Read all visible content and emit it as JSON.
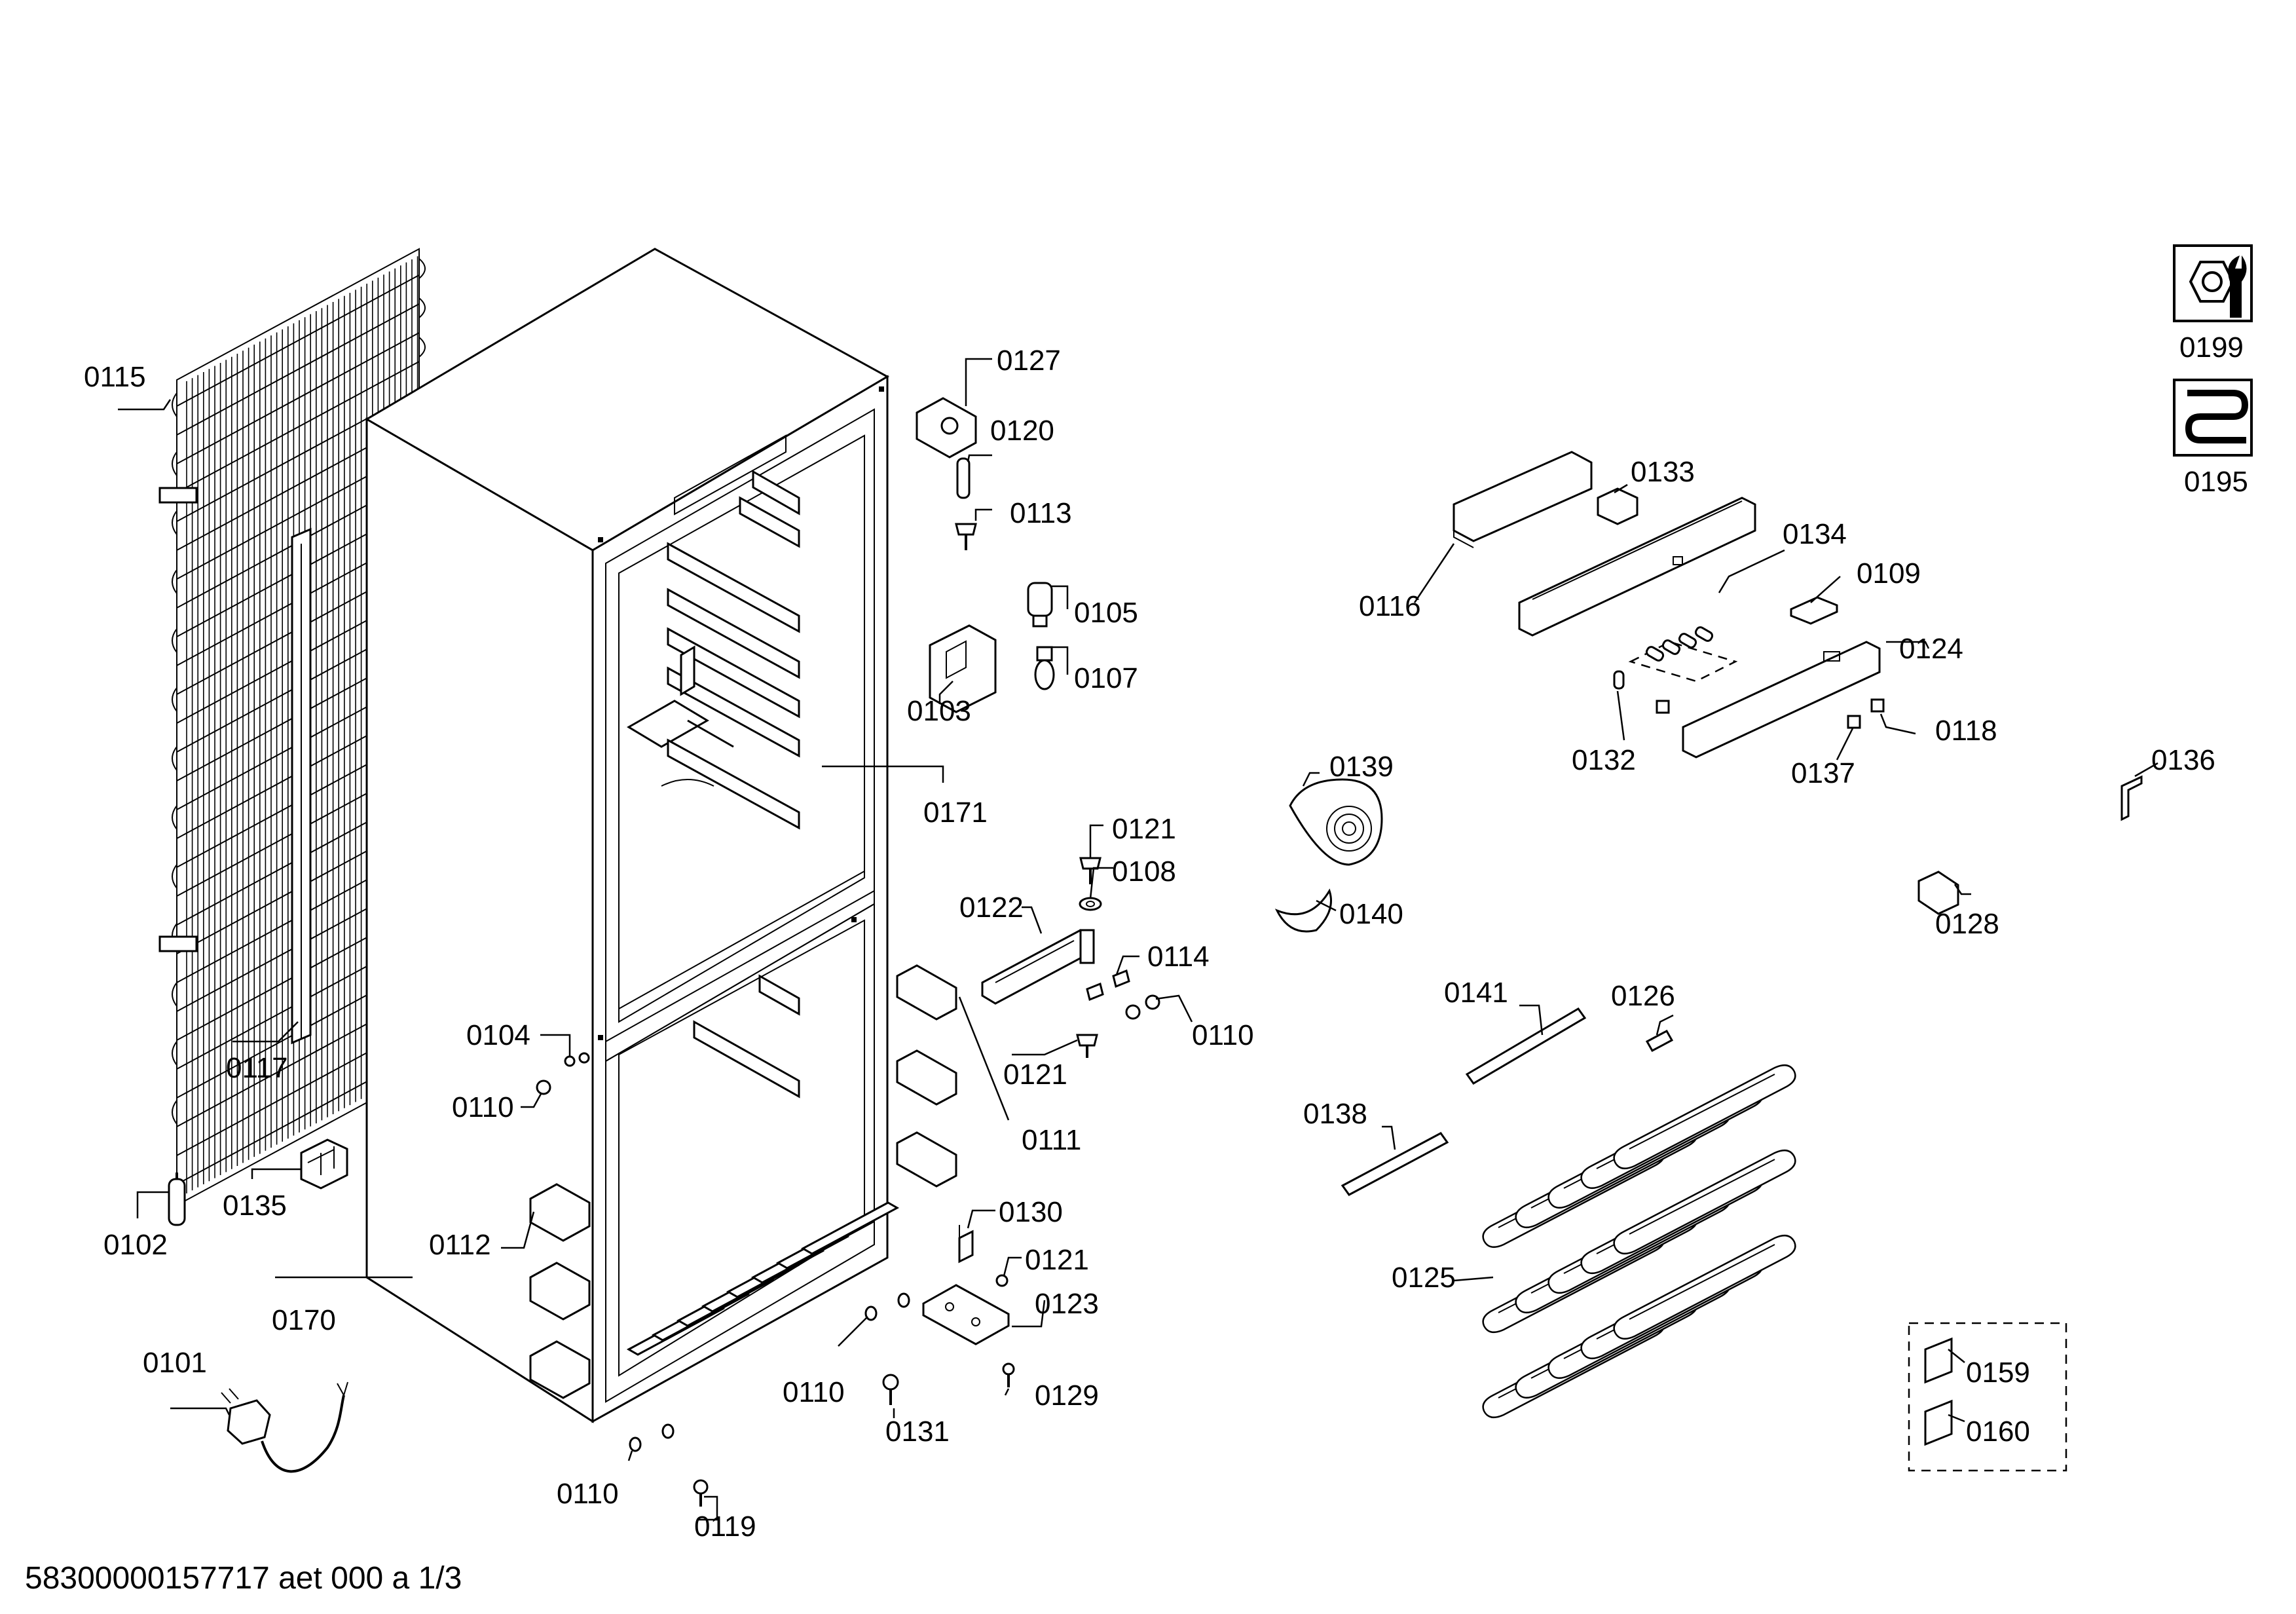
{
  "diagram": {
    "callouts": [
      "0115",
      "0117",
      "0102",
      "0135",
      "0101",
      "0170",
      "0104",
      "0110a",
      "0112",
      "0110b",
      "0119",
      "0127",
      "0120",
      "0113",
      "0105",
      "0103",
      "0107",
      "0171",
      "0121a",
      "0108",
      "0122",
      "0114",
      "0121b",
      "0110c",
      "0111",
      "0130",
      "0121c",
      "0123",
      "0110d",
      "0131",
      "0129",
      "0116",
      "0133",
      "0134",
      "0109",
      "0124",
      "0132",
      "0137",
      "0118",
      "0139",
      "0140",
      "0136",
      "0128",
      "0141",
      "0126",
      "0138",
      "0125",
      "0159",
      "0160",
      "0199",
      "0195"
    ],
    "labels": {
      "0115": "0115",
      "0117": "0117",
      "0102": "0102",
      "0135": "0135",
      "0101": "0101",
      "0170": "0170",
      "0104": "0104",
      "0110a": "0110",
      "0112": "0112",
      "0110b": "0110",
      "0119": "0119",
      "0127": "0127",
      "0120": "0120",
      "0113": "0113",
      "0105": "0105",
      "0103": "0103",
      "0107": "0107",
      "0171": "0171",
      "0121a": "0121",
      "0108": "0108",
      "0122": "0122",
      "0114": "0114",
      "0121b": "0121",
      "0110c": "0110",
      "0111": "0111",
      "0130": "0130",
      "0121c": "0121",
      "0123": "0123",
      "0110d": "0110",
      "0131": "0131",
      "0129": "0129",
      "0116": "0116",
      "0133": "0133",
      "0134": "0134",
      "0109": "0109",
      "0124": "0124",
      "0132": "0132",
      "0137": "0137",
      "0118": "0118",
      "0139": "0139",
      "0140": "0140",
      "0136": "0136",
      "0128": "0128",
      "0141": "0141",
      "0126": "0126",
      "0138": "0138",
      "0125": "0125",
      "0159": "0159",
      "0160": "0160",
      "0199": "0199",
      "0195": "0195"
    }
  },
  "footer": {
    "doc_id": "58300000157717 aet 000 a 1/3"
  }
}
